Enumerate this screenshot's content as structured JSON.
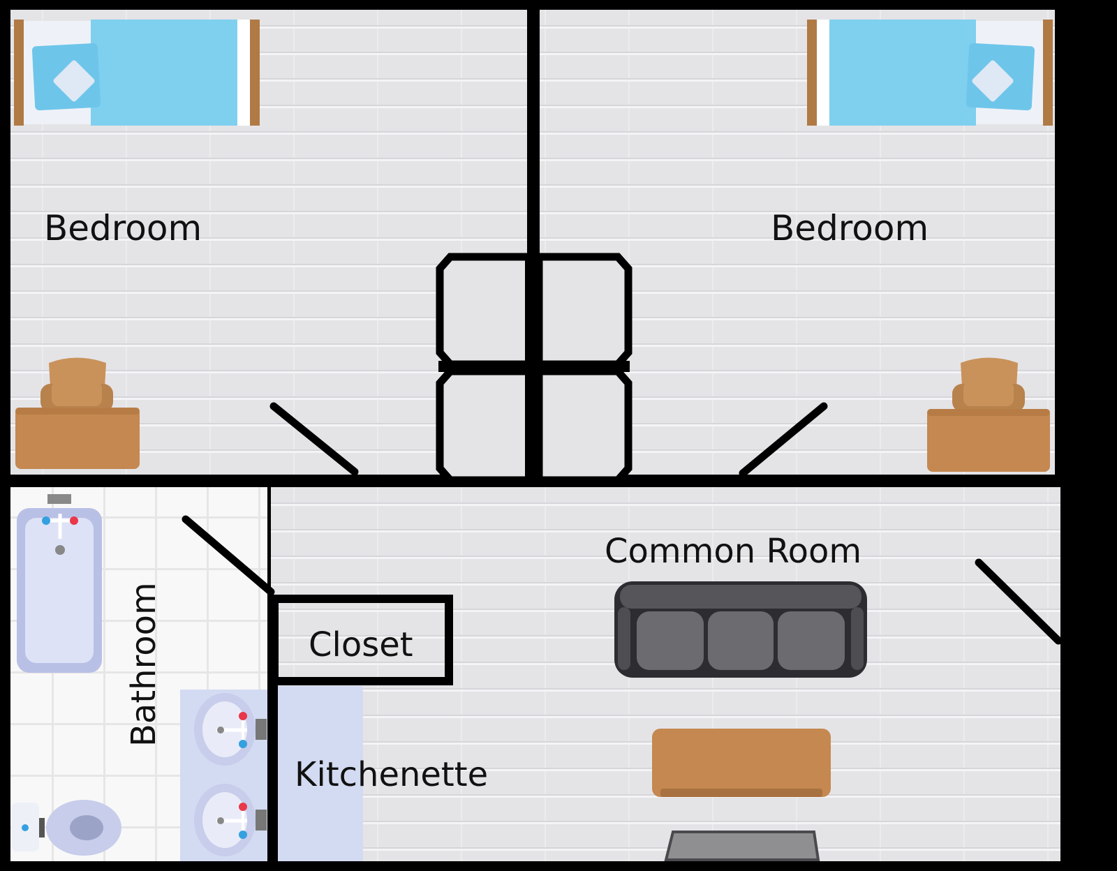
{
  "rooms": {
    "bedroom_left": "Bedroom",
    "bedroom_right": "Bedroom",
    "common_room": "Common Room",
    "closet": "Closet",
    "bathroom": "Bathroom",
    "kitchenette": "Kitchenette"
  },
  "colors": {
    "background": "#000000",
    "floor": "#e4e4e7",
    "floor_line": "#f3f3f5",
    "tile": "#f7f7f7",
    "tile_line": "#e3e3e3",
    "wall": "#000000",
    "bed_blanket": "#7fcfef",
    "bed_sheet": "#eaf0f8",
    "bed_frame": "#b07a45",
    "desk": "#c48850",
    "chair": "#c9925b",
    "sofa": "#3f3f44",
    "sofa_cushion": "#6c6c70",
    "coffee_table": "#c48850",
    "kitchen_counter": "#d3dbf2",
    "fixture": "#c7cdea",
    "fixture_inner": "#e9ecf8",
    "tap_hot": "#e8384a",
    "tap_cold": "#34a0e0"
  }
}
